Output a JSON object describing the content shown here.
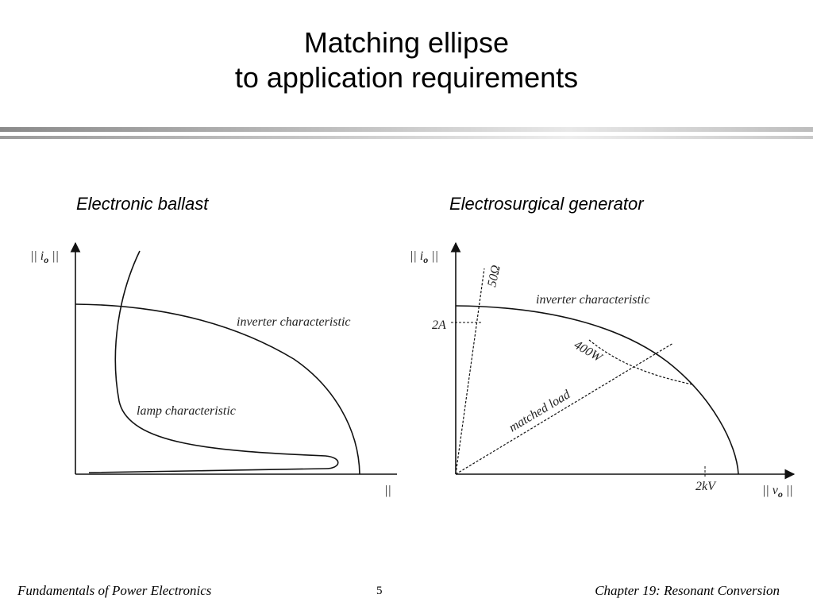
{
  "slide": {
    "title_line1": "Matching ellipse",
    "title_line2": "to application requirements"
  },
  "left_diagram": {
    "heading": "Electronic ballast",
    "y_axis_label": "|| i",
    "y_axis_sub": "o",
    "y_axis_close": " ||",
    "x_axis_label": "||",
    "inverter_label": "inverter characteristic",
    "lamp_label": "lamp characteristic"
  },
  "right_diagram": {
    "heading": "Electrosurgical generator",
    "y_axis_label": "|| i",
    "y_axis_sub": "o",
    "y_axis_close": " ||",
    "x_axis_label": "|| v",
    "x_axis_sub": "o",
    "x_axis_close": " ||",
    "inverter_label": "inverter characteristic",
    "resistance_label": "50Ω",
    "current_label": "2A",
    "power_label": "400W",
    "matched_label": "matched load",
    "voltage_label": "2kV"
  },
  "footer": {
    "left": "Fundamentals of Power Electronics",
    "page": "5",
    "right": "Chapter 19:  Resonant Conversion"
  },
  "colors": {
    "line": "#111111",
    "rule": "#b0b0b0"
  }
}
